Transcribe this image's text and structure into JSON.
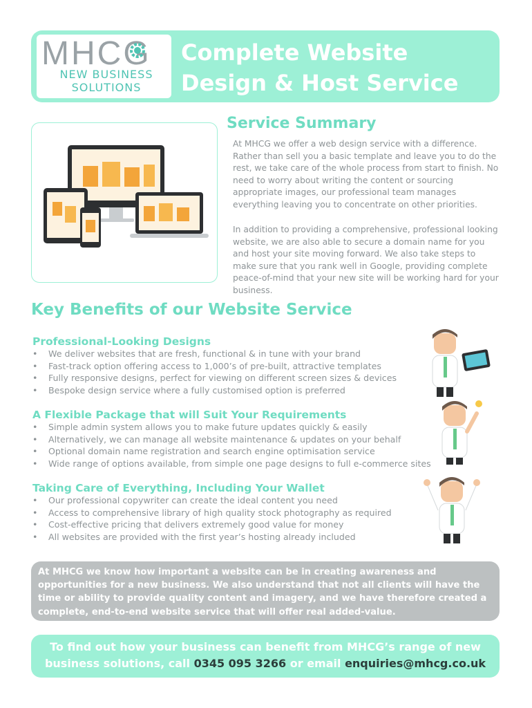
{
  "header": {
    "logo": {
      "mark": "MHCG",
      "sub_line1": "NEW BUSINESS",
      "sub_line2": "SOLUTIONS"
    },
    "title_line1": "Complete Website",
    "title_line2": "Design & Host Service"
  },
  "summary": {
    "heading": "Service Summary",
    "paragraph1": "At MHCG we offer a web design service with a difference. Rather than sell you a basic template and leave you to do the rest, we take care of the whole process from start to finish. No need to worry about writing the content or sourcing appropriate images, our professional team manages everything leaving you to concentrate on other priorities.",
    "paragraph2": "In addition to providing a comprehensive, professional looking website, we are also able to secure a domain name for you and host your site moving forward. We also take steps to make sure that you rank well in Google, providing complete peace-of-mind that your new site will be working hard for your business."
  },
  "benefits": {
    "heading": "Key Benefits of our Website Service",
    "sections": [
      {
        "title": "Professional-Looking Designs",
        "items": [
          "We deliver websites that are fresh, functional & in tune with your brand",
          "Fast-track option offering access to 1,000’s of pre-built, attractive templates",
          "Fully responsive designs, perfect for viewing on different screen sizes & devices",
          "Bespoke design service where a fully customised option is preferred"
        ]
      },
      {
        "title": "A Flexible Package that will Suit Your Requirements",
        "items": [
          "Simple admin system allows you to make future updates quickly & easily",
          "Alternatively, we can manage all website maintenance & updates on your behalf",
          "Optional domain name registration and search engine optimisation service",
          "Wide range of options available, from simple one page designs to full e-commerce sites"
        ]
      },
      {
        "title": "Taking Care of Everything, Including Your Wallet",
        "items": [
          "Our professional copywriter can create the ideal content you need",
          "Access to comprehensive library of high quality stock photography as required",
          "Cost-effective pricing that delivers extremely good value for money",
          "All websites are provided with the first year’s hosting already included"
        ]
      }
    ]
  },
  "callout": {
    "text": "At MHCG we know how important a website can be in creating awareness and opportunities for a new business. We also understand that not all clients will have the time or ability to provide quality content and imagery, and we have therefore created a complete, end-to-end website service that will offer real added-value."
  },
  "cta": {
    "line1": "To find out how your business can benefit from MHCG’s range of new",
    "line2_prefix": "business solutions, call ",
    "phone": "0345 095 3266",
    "line2_middle": " or email ",
    "email": "enquiries@mhcg.co.uk"
  },
  "icons": [
    "devices-illustration",
    "businessman-tablet-icon",
    "businessman-idea-icon",
    "businessman-celebrating-icon"
  ],
  "colors": {
    "accent": "#9df0d6",
    "heading": "#6fdcc2",
    "body_text": "#8e9497",
    "callout_bg": "#bcc0c1",
    "cta_dark": "#2c3e3b"
  }
}
